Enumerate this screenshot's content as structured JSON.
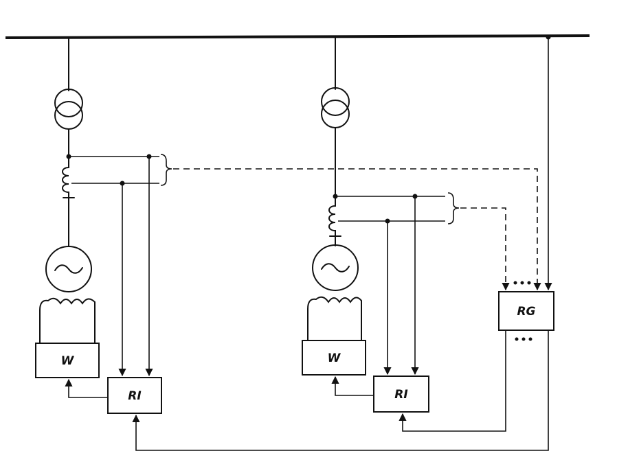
{
  "units": {
    "left": {
      "regulator_label": "W",
      "relay_label": "RI"
    },
    "right": {
      "regulator_label": "W",
      "relay_label": "RI"
    }
  },
  "group_relay": {
    "label": "RG"
  }
}
